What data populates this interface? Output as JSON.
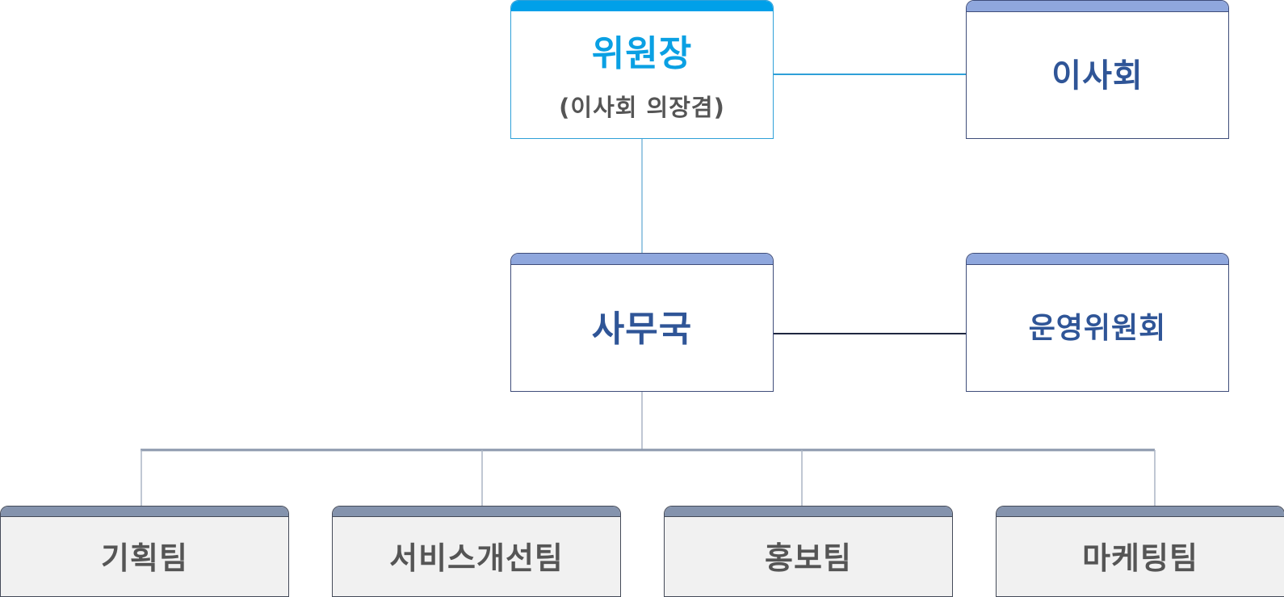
{
  "chairman": {
    "title": "위원장",
    "subtitle": "(이사회 의장겸)"
  },
  "board": {
    "title": "이사회"
  },
  "office": {
    "title": "사무국"
  },
  "operating_committee": {
    "title": "운영위원회"
  },
  "teams": [
    {
      "title": "기획팀"
    },
    {
      "title": "서비스개선팀"
    },
    {
      "title": "홍보팀"
    },
    {
      "title": "마케팅팀"
    }
  ],
  "colors": {
    "chairman_accent": "#00a0e9",
    "chairman_text": "#0aa0e3",
    "navy_text": "#2f5597",
    "navy_cap": "#8fa7dd",
    "team_cap": "#8493ad",
    "team_fill": "#f1f1f1",
    "body_text": "#555555"
  }
}
